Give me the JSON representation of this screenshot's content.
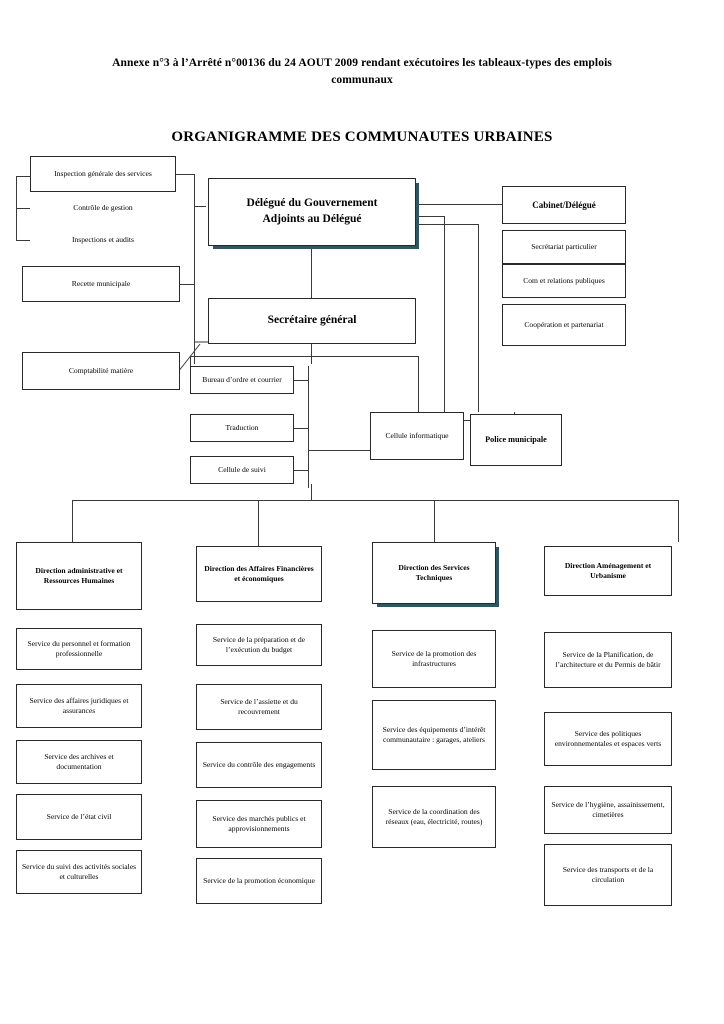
{
  "document": {
    "annexe_title": "Annexe n°3 à l’Arrêté n°00136 du 24 AOUT 2009 rendant exécutoires les tableaux-types des emplois communaux",
    "org_title": "ORGANIGRAMME DES COMMUNAUTES URBAINES"
  },
  "colors": {
    "shadow": "#2f5661",
    "border": "#5a5a5a",
    "text": "#000000",
    "background": "#ffffff"
  },
  "control_column": {
    "inspection_generale": "Inspection générale des services",
    "controle_gestion": "Contrôle de gestion",
    "inspections_audits": "Inspections et audits",
    "recette_municipale": "Recette municipale",
    "comptabilite_matiere": "Comptabilité matière"
  },
  "executive": {
    "delegue": "Délégué du Gouvernement\nAdjoints au Délégué",
    "delegue_line1": "Délégué du Gouvernement",
    "delegue_line2": "Adjoints au Délégué",
    "secretaire_general": "Secrétaire général"
  },
  "cabinet": {
    "header": "Cabinet/Délégué",
    "items": [
      "Secrétariat particulier",
      "Com et relations publiques",
      "Coopération et partenariat"
    ]
  },
  "support_units": {
    "bureau_ordre": "Bureau d’ordre et courrier",
    "traduction": "Traduction",
    "cellule_suivi": "Cellule de suivi",
    "cellule_informatique": "Cellule informatique",
    "police_municipale": "Police municipale"
  },
  "directions": [
    {
      "id": "administrative",
      "title": "Direction administrative et Ressources Humaines",
      "title_line1": "Direction administrative et",
      "title_line2": "Ressources Humaines",
      "services": [
        "Service du personnel et formation professionnelle",
        "Service des affaires juridiques et assurances",
        "Service des archives et documentation",
        "Service de l’état civil",
        "Service du suivi des activités sociales et culturelles"
      ]
    },
    {
      "id": "finances",
      "title": "Direction des Affaires Financières et économiques",
      "title_line1": "Direction des Affaires Financières",
      "title_line2": "et économiques",
      "services": [
        "Service de la préparation et de l’exécution du budget",
        "Service de l’assiette et du recouvrement",
        "Service du contrôle des engagements",
        "Service des marchés publics et approvisionnements",
        "Service de la promotion économique"
      ]
    },
    {
      "id": "techniques",
      "title": "Direction des Services Techniques",
      "title_line1": "Direction des Services",
      "title_line2": "Techniques",
      "services": [
        "Service de la promotion des infrastructures",
        "Service des équipements d’intérêt communautaire : garages, ateliers",
        "Service de la coordination des réseaux (eau, électricité, routes)"
      ]
    },
    {
      "id": "amenagement",
      "title": "Direction Aménagement et Urbanisme",
      "title_line1": "Direction Aménagement et",
      "title_line2": "Urbanisme",
      "services": [
        "Service de la Planification, de l’architecture et du Permis de bâtir",
        "Service des politiques environnementales et espaces verts",
        "Service de l’hygiène, assainissement, cimetières",
        "Service des transports et de la circulation"
      ]
    }
  ]
}
